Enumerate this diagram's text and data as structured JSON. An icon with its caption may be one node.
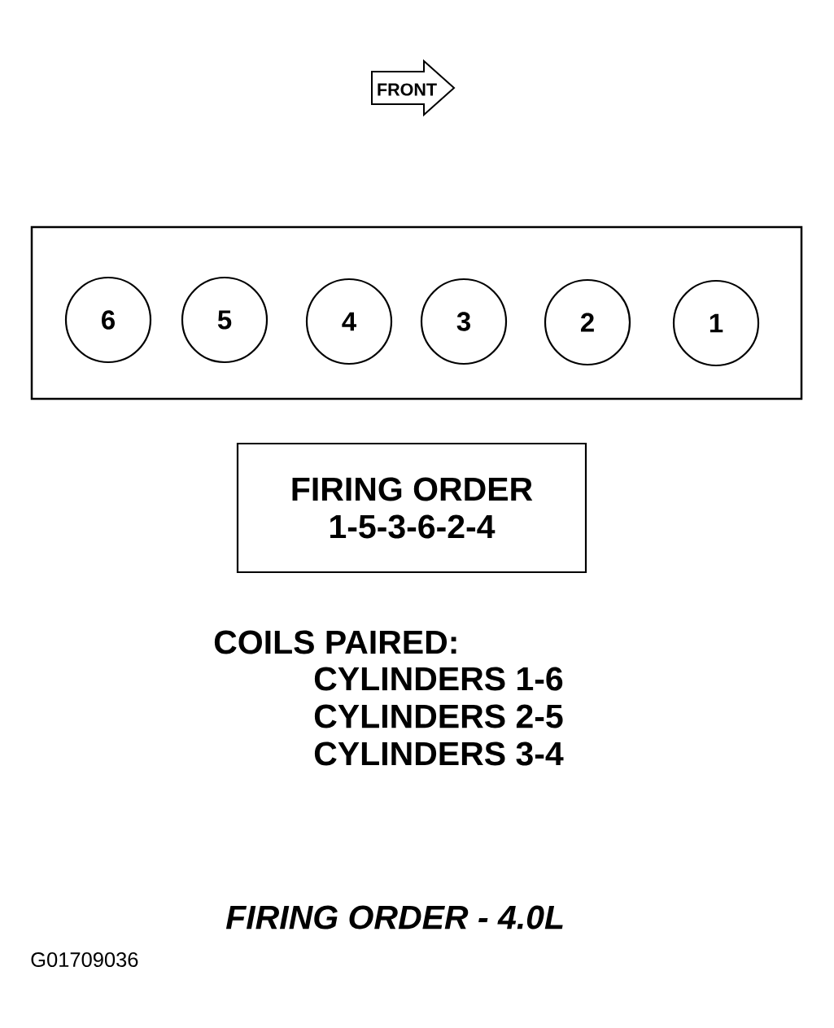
{
  "diagram": {
    "caption": "FIRING ORDER - 4.0L",
    "nodes": [
      {
        "text": [
          "FRONT"
        ]
      },
      {
        "text": [],
        "shape": "box"
      },
      {
        "text": [
          "6"
        ],
        "in": 1
      },
      {
        "text": [
          "5"
        ],
        "in": 1
      },
      {
        "text": [
          "4"
        ],
        "in": 1
      },
      {
        "text": [
          "3"
        ],
        "in": 1
      },
      {
        "text": [
          "2"
        ],
        "in": 1
      },
      {
        "text": [
          "1"
        ],
        "in": 1
      },
      {
        "text": [
          "FIRING ORDER",
          "1-5-3-6-2-4"
        ]
      }
    ],
    "labels": [
      "COILS PAIRED:",
      "CYLINDERS 1-6",
      "CYLINDERS 2-5",
      "CYLINDERS 3-4",
      "G01709036"
    ]
  }
}
